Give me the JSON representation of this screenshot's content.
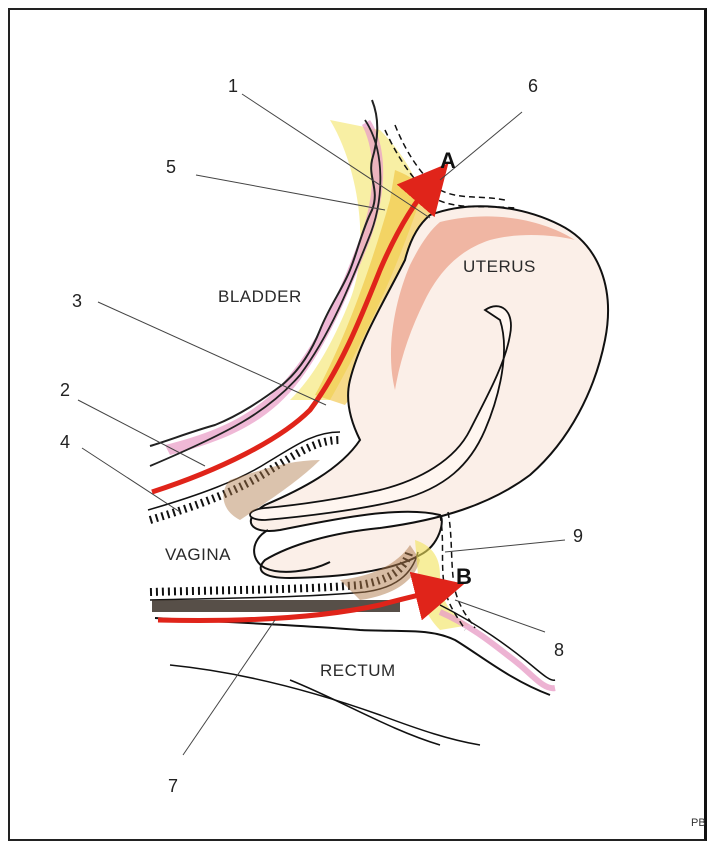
{
  "organs": {
    "uterus": "UTERUS",
    "bladder": "BLADDER",
    "vagina": "VAGINA",
    "rectum": "RECTUM"
  },
  "numbers": [
    "1",
    "2",
    "3",
    "4",
    "5",
    "6",
    "7",
    "8",
    "9"
  ],
  "routes": {
    "a": "A",
    "b": "B"
  },
  "signature": "PB",
  "colors": {
    "arrow": "#e0241a",
    "fat": "#f2e25a",
    "peritoneum_pink": "#e9a0c8",
    "uterus_shading": "#e8866a",
    "vaginal_wall": "#b07a4a"
  }
}
